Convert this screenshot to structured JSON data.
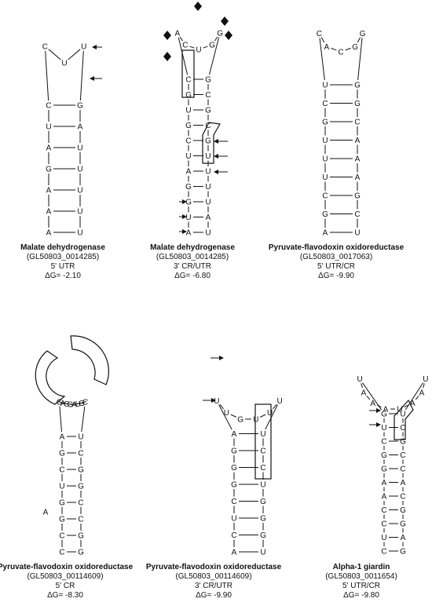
{
  "panels": [
    {
      "protein": "Malate dehydrogenase",
      "gene_id": "(GL50803_0014285)",
      "region": "5' UTR",
      "delta_g": "ΔG= -2.10",
      "stem": [
        [
          "A",
          "U"
        ],
        [
          "A",
          "U"
        ],
        [
          "A",
          "U"
        ],
        [
          "G",
          "U"
        ],
        [
          "A",
          "U"
        ],
        [
          "U",
          "A"
        ],
        [
          "C",
          "G"
        ]
      ],
      "loop": [
        "C",
        "U",
        "U"
      ]
    },
    {
      "protein": "Malate dehydrogenase",
      "gene_id": "(GL50803_0014285)",
      "region": "3' CR/UTR",
      "delta_g": "ΔG= -6.80",
      "stem": [
        [
          "A",
          "U"
        ],
        [
          "U",
          "A"
        ],
        [
          "G",
          "U"
        ],
        [
          "G",
          "U"
        ],
        [
          "A",
          "U"
        ],
        [
          "U",
          "U"
        ],
        [
          "C",
          "G"
        ],
        [
          "G",
          "C"
        ],
        [
          "U",
          "G"
        ],
        [
          "G",
          "C"
        ],
        [
          "C",
          "G"
        ]
      ],
      "loop": [
        "A",
        "C",
        "U",
        "G",
        "G"
      ]
    },
    {
      "protein": "Pyruvate-flavodoxin oxidoreductase",
      "gene_id": "(GL50803_0017063)",
      "region": "5' UTR/CR",
      "delta_g": "ΔG= -9.90",
      "stem": [
        [
          "A",
          "U"
        ],
        [
          "G",
          "C"
        ],
        [
          "C",
          "G"
        ],
        [
          "U",
          "A"
        ],
        [
          "U",
          "A"
        ],
        [
          "U",
          "A"
        ],
        [
          "G",
          "C"
        ],
        [
          "C",
          "G"
        ],
        [
          "U",
          "G"
        ]
      ],
      "loop": [
        "C",
        "A",
        "C",
        "G",
        "G"
      ]
    },
    {
      "protein": "Pyruvate-flavodoxin oxidoreductase",
      "gene_id": "(GL50803_00114609)",
      "region": "5' CR",
      "delta_g": "ΔG= -8.30",
      "stem": [
        [
          "C",
          "G"
        ],
        [
          "C",
          "G"
        ],
        [
          "G",
          "C"
        ],
        [
          "G",
          "C"
        ],
        [
          "U",
          "G"
        ],
        [
          "C",
          "G"
        ],
        [
          "G",
          "C"
        ],
        [
          "A",
          "U"
        ]
      ],
      "loop": [
        "C",
        "A",
        "C",
        "G",
        "A",
        "U",
        "G",
        "C"
      ],
      "bulge": [
        "A"
      ]
    },
    {
      "protein": "Pyruvate-flavodoxin oxidoreductase",
      "gene_id": "(GL50803_00114609)",
      "region": "3' CR/UTR",
      "delta_g": "ΔG= -9.90",
      "stem": [
        [
          "A",
          "U"
        ],
        [
          "C",
          "G"
        ],
        [
          "U",
          "G"
        ],
        [
          "C",
          "G"
        ],
        [
          "G",
          "U"
        ],
        [
          "G",
          "C"
        ],
        [
          "G",
          "C"
        ],
        [
          "A",
          "U"
        ]
      ],
      "loop": [
        "U",
        "U",
        "G",
        "U",
        "U",
        "U"
      ]
    },
    {
      "protein": "Alpha-1 giardin",
      "gene_id": "(GL50803_0011654)",
      "region": "5' UTR/CR",
      "delta_g": "ΔG= -9.80",
      "stem": [
        [
          "C",
          "G"
        ],
        [
          "U",
          "A"
        ],
        [
          "C",
          "G"
        ],
        [
          "C",
          "G"
        ],
        [
          "A",
          "C"
        ],
        [
          "A",
          "A"
        ],
        [
          "G",
          "C"
        ],
        [
          "G",
          "C"
        ],
        [
          "C",
          "G"
        ],
        [
          "U",
          "C"
        ],
        [
          "G",
          "U"
        ]
      ],
      "loop": [
        "U",
        "A",
        "A",
        "A",
        "U",
        "A",
        "A",
        "U"
      ]
    }
  ]
}
